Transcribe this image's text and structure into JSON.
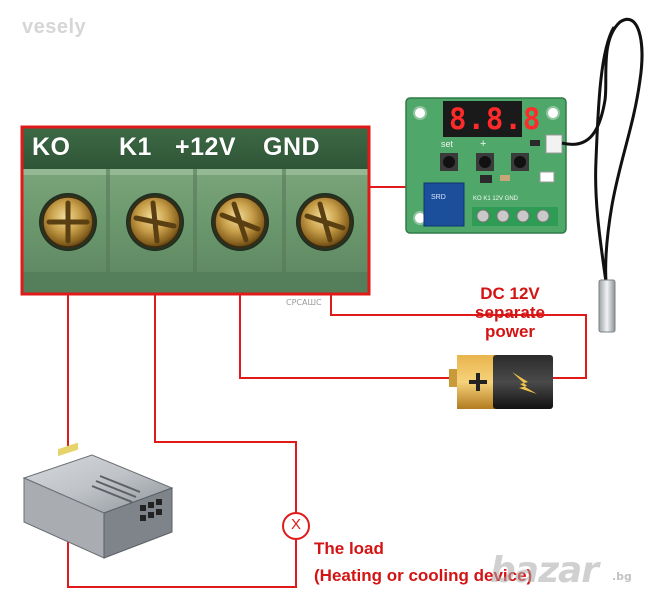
{
  "watermark_top": "vesely",
  "terminal_block": {
    "labels": [
      "KO",
      "K1",
      "+12V",
      "GND"
    ]
  },
  "module": {
    "display_digits": "8.8.8",
    "button_set_label": "set",
    "button_plus_label": "+",
    "terminal_labels": "KO  K1 12V GND",
    "relay_text": "SRD"
  },
  "power_source": {
    "line1": "DC 12V",
    "line2": "separate",
    "line3": "power"
  },
  "load": {
    "symbol": "X",
    "title": "The load",
    "description": "(Heating or cooling device)"
  },
  "watermark_bazar": "bazar",
  "watermark_bazar_suffix": ".bg",
  "small_mark": "СРСАШС",
  "colors": {
    "wire": "#e01919",
    "pcb_green": "#4fa86a",
    "terminal_green": "#6f9b73",
    "label_red": "#d41414"
  }
}
